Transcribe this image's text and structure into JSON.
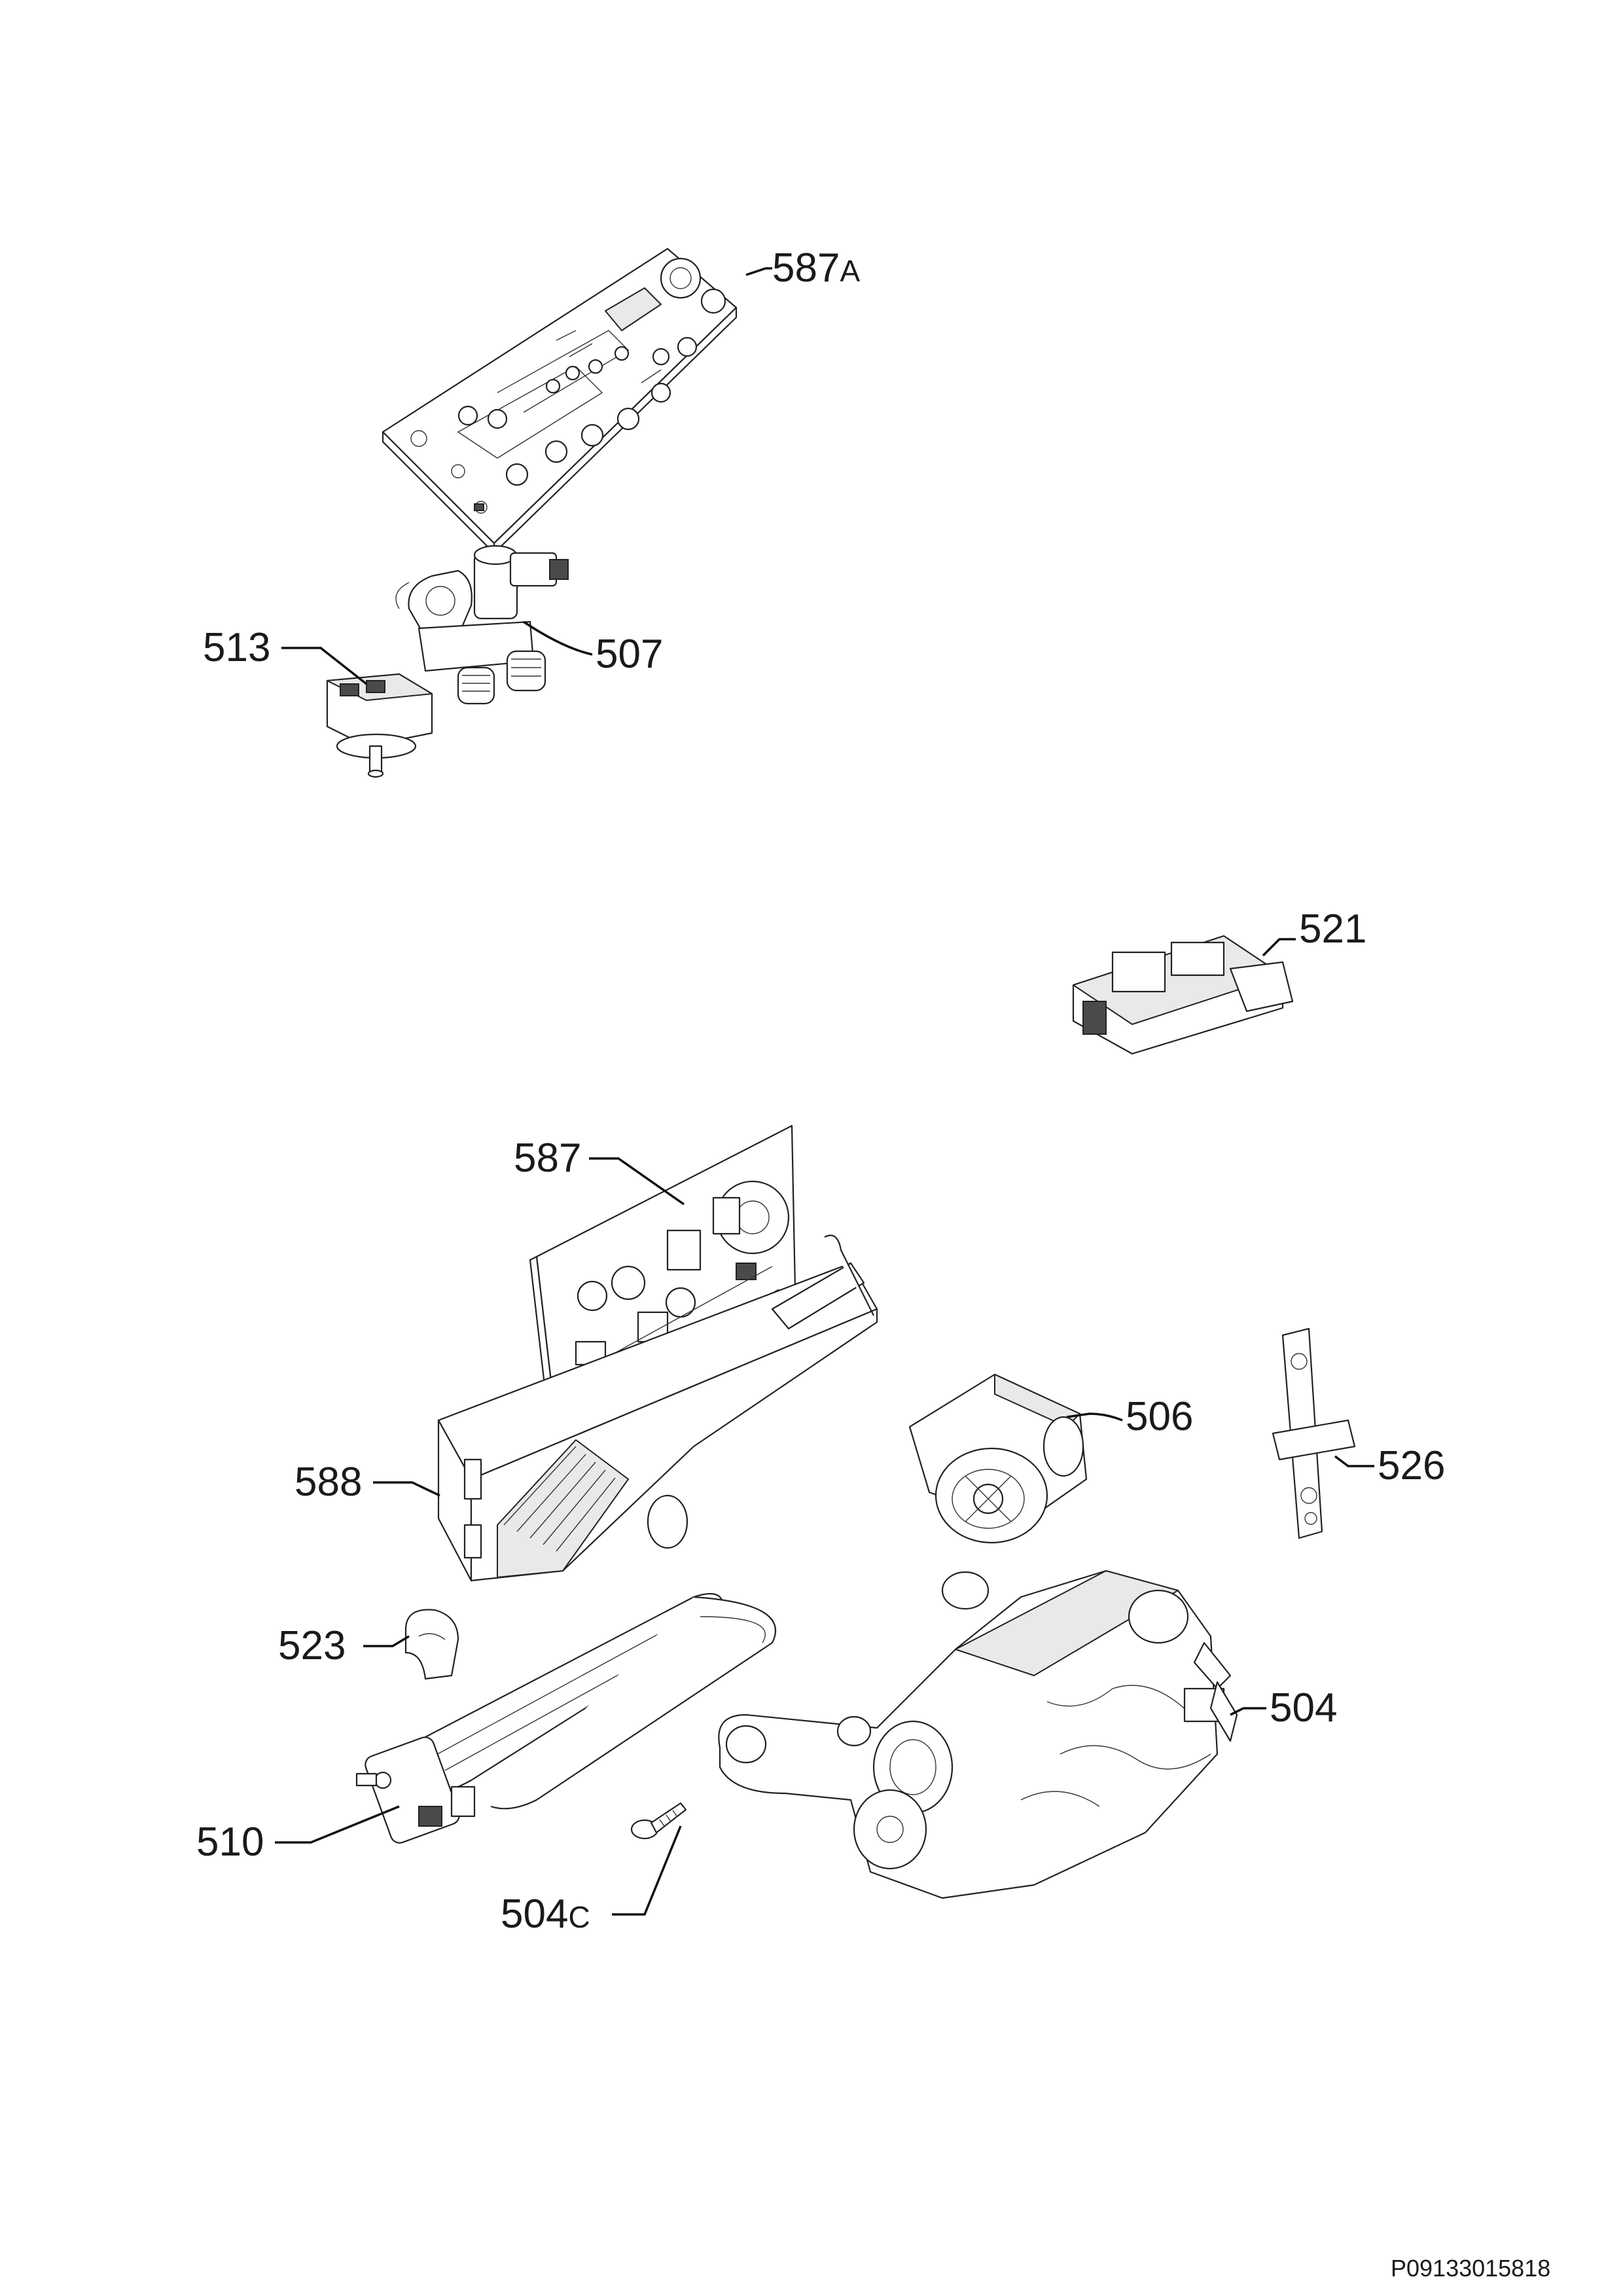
{
  "callouts": [
    {
      "id": "587A",
      "num": "587",
      "suffix": "A"
    },
    {
      "id": "513",
      "num": "513",
      "suffix": ""
    },
    {
      "id": "507",
      "num": "507",
      "suffix": ""
    },
    {
      "id": "521",
      "num": "521",
      "suffix": ""
    },
    {
      "id": "587",
      "num": "587",
      "suffix": ""
    },
    {
      "id": "506",
      "num": "506",
      "suffix": ""
    },
    {
      "id": "526",
      "num": "526",
      "suffix": ""
    },
    {
      "id": "588",
      "num": "588",
      "suffix": ""
    },
    {
      "id": "523",
      "num": "523",
      "suffix": ""
    },
    {
      "id": "504",
      "num": "504",
      "suffix": ""
    },
    {
      "id": "510",
      "num": "510",
      "suffix": ""
    },
    {
      "id": "504C",
      "num": "504",
      "suffix": "C"
    }
  ],
  "document_number": "P09133015818"
}
